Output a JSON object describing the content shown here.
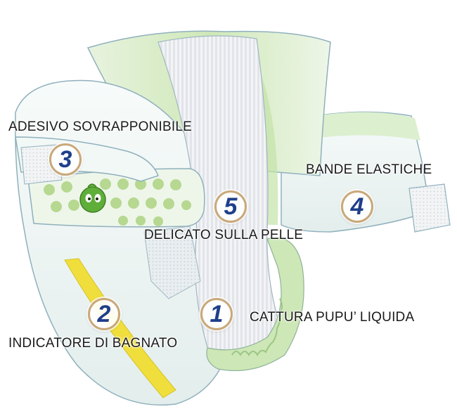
{
  "colors": {
    "outline": "#8fb0bd",
    "diaper_white": "#f4f9f8",
    "diaper_shade": "#dfeceb",
    "green_light": "#cfe8c0",
    "green_mid": "#a9d48a",
    "polka_dot": "#b6d890",
    "wetness_strip": "#f0de3c",
    "badge_ring": "#c9a97a",
    "badge_number": "#1f3f8a",
    "mascot": "#5fae3a"
  },
  "labels": {
    "adesivo": "ADESIVO SOVRAPPONIBILE",
    "bande": "BANDE ELASTICHE",
    "delicato": "DELICATO SULLA PELLE",
    "cattura": "CATTURA PUPU’ LIQUIDA",
    "indicatore": "INDICATORE DI BAGNATO"
  },
  "badges": {
    "one": "1",
    "two": "2",
    "three": "3",
    "four": "4",
    "five": "5"
  }
}
